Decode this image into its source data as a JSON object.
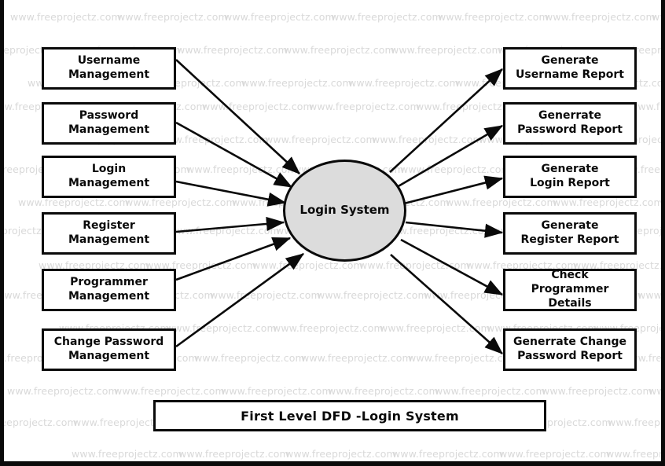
{
  "diagram": {
    "type": "data-flow-diagram",
    "title": "First Level DFD -Login System",
    "process": {
      "label_line1": "Login",
      "label_line2": "System",
      "fill_color": "#dcdcdc",
      "stroke_color": "#0a0a0a"
    },
    "inputs": [
      {
        "line1": "Username",
        "line2": "Management"
      },
      {
        "line1": "Password",
        "line2": "Management"
      },
      {
        "line1": "Login",
        "line2": "Management"
      },
      {
        "line1": "Register",
        "line2": "Management"
      },
      {
        "line1": "Programmer",
        "line2": "Management"
      },
      {
        "line1": "Change Password",
        "line2": "Management"
      }
    ],
    "outputs": [
      {
        "line1": "Generate",
        "line2": "Username Report"
      },
      {
        "line1": "Generrate",
        "line2": "Password Report"
      },
      {
        "line1": "Generate",
        "line2": "Login Report"
      },
      {
        "line1": "Generate",
        "line2": "Register Report"
      },
      {
        "line1": "Check",
        "line2": "Programmer Details"
      },
      {
        "line1": "Generrate Change",
        "line2": "Password Report"
      }
    ],
    "flow_arrows": {
      "count": 12,
      "direction_in": "inputs-to-process",
      "direction_out": "process-to-outputs",
      "color": "#0a0a0a"
    }
  },
  "watermark": {
    "text": "www.freeprojectz.com",
    "color": "#d9d9d9"
  }
}
